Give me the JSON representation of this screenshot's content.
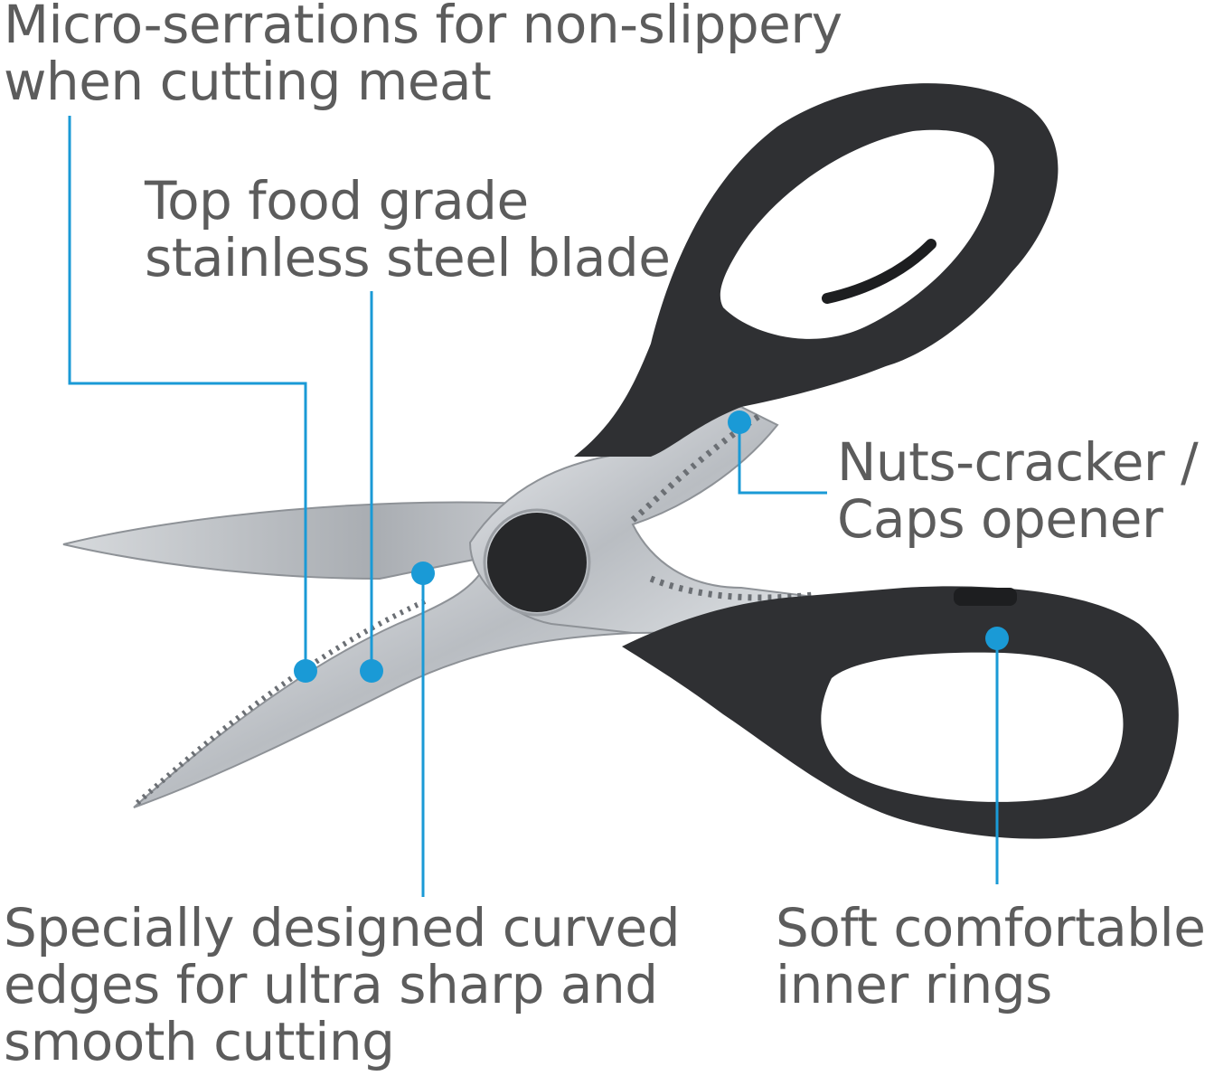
{
  "colors": {
    "accent": "#1a9ad6",
    "text": "#5c5c5c",
    "handle": "#2e2f31",
    "blade": "#c9ccd0"
  },
  "callouts": {
    "serrations": {
      "line1": "Micro-serrations for non-slippery",
      "line2": "when cutting meat"
    },
    "blade": {
      "line1": "Top food grade",
      "line2": "stainless steel blade"
    },
    "nuts": {
      "line1": "Nuts-cracker /",
      "line2": "Caps opener"
    },
    "edges": {
      "line1": "Specially designed curved",
      "line2": "edges for ultra sharp and",
      "line3": "smooth cutting"
    },
    "rings": {
      "line1": "Soft comfortable",
      "line2": "inner rings"
    }
  }
}
